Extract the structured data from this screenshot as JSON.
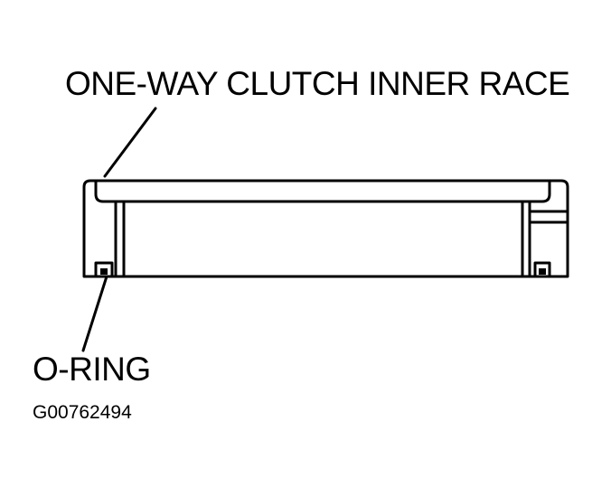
{
  "labels": {
    "inner_race": "ONE-WAY CLUTCH INNER RACE",
    "o_ring": "O-RING"
  },
  "figure_id": "G00762494",
  "colors": {
    "ink": "#000000",
    "background": "#ffffff"
  }
}
